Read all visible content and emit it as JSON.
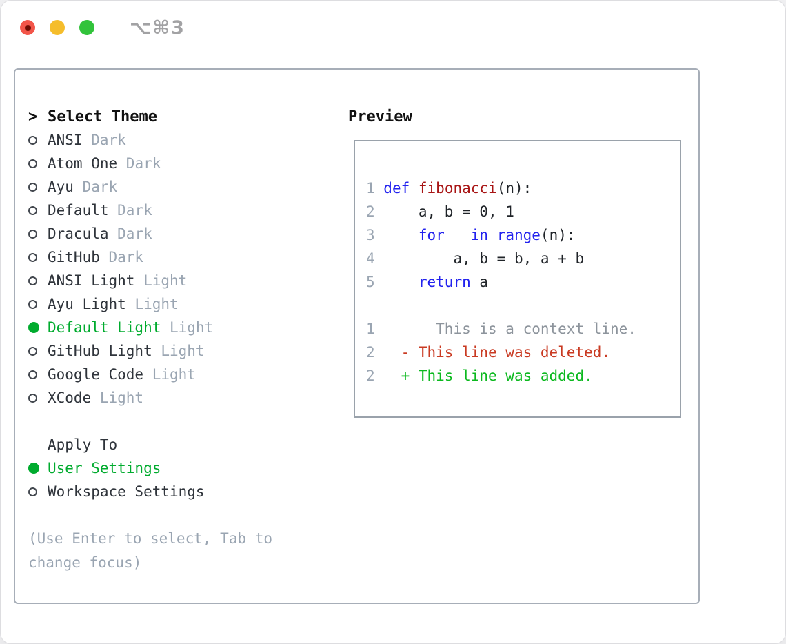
{
  "window": {
    "hotkey_label": "⌥⌘3",
    "traffic_lights": {
      "close": "#f25549",
      "close_dot": "#6d0b02",
      "minimize": "#f5bd2b",
      "zoom": "#32c33b"
    }
  },
  "colors": {
    "accent_green": "#00ab2e",
    "keyword_blue": "#2222ee",
    "function_red": "#a81515",
    "deleted_red": "#c93a22",
    "added_green": "#0cb91f",
    "muted_gray": "#9aa5b2",
    "context_gray": "#8d949c",
    "text_dark": "#2f343b"
  },
  "theme_panel": {
    "cursor": ">",
    "title": "Select Theme",
    "items": [
      {
        "name": "ANSI",
        "variant": "Dark",
        "selected": false
      },
      {
        "name": "Atom One",
        "variant": "Dark",
        "selected": false
      },
      {
        "name": "Ayu",
        "variant": "Dark",
        "selected": false
      },
      {
        "name": "Default",
        "variant": "Dark",
        "selected": false
      },
      {
        "name": "Dracula",
        "variant": "Dark",
        "selected": false
      },
      {
        "name": "GitHub",
        "variant": "Dark",
        "selected": false
      },
      {
        "name": "ANSI Light",
        "variant": "Light",
        "selected": false
      },
      {
        "name": "Ayu Light",
        "variant": "Light",
        "selected": false
      },
      {
        "name": "Default Light",
        "variant": "Light",
        "selected": true
      },
      {
        "name": "GitHub Light",
        "variant": "Light",
        "selected": false
      },
      {
        "name": "Google Code",
        "variant": "Light",
        "selected": false
      },
      {
        "name": "XCode",
        "variant": "Light",
        "selected": false
      }
    ],
    "apply_to": {
      "title": "Apply To",
      "options": [
        {
          "label": "User Settings",
          "selected": true
        },
        {
          "label": "Workspace Settings",
          "selected": false
        }
      ]
    },
    "help_text": "(Use Enter to select, Tab to change focus)"
  },
  "preview": {
    "title": "Preview",
    "lines": [
      {
        "type": "code",
        "num": "1",
        "tokens": [
          {
            "text": "def",
            "style": "keyword"
          },
          {
            "text": " ",
            "style": "plain"
          },
          {
            "text": "fibonacci",
            "style": "function"
          },
          {
            "text": "(n):",
            "style": "plain"
          }
        ]
      },
      {
        "type": "code",
        "num": "2",
        "tokens": [
          {
            "text": "    a, b = 0, 1",
            "style": "plain"
          }
        ]
      },
      {
        "type": "code",
        "num": "3",
        "tokens": [
          {
            "text": "    ",
            "style": "plain"
          },
          {
            "text": "for",
            "style": "keyword"
          },
          {
            "text": " _ ",
            "style": "plain"
          },
          {
            "text": "in",
            "style": "keyword"
          },
          {
            "text": " ",
            "style": "plain"
          },
          {
            "text": "range",
            "style": "keyword"
          },
          {
            "text": "(n):",
            "style": "plain"
          }
        ]
      },
      {
        "type": "code",
        "num": "4",
        "tokens": [
          {
            "text": "        a, b = b, a + b",
            "style": "plain"
          }
        ]
      },
      {
        "type": "code",
        "num": "5",
        "tokens": [
          {
            "text": "    ",
            "style": "plain"
          },
          {
            "text": "return",
            "style": "keyword"
          },
          {
            "text": " a",
            "style": "plain"
          }
        ]
      },
      {
        "type": "blank"
      },
      {
        "type": "context",
        "num": "1",
        "text": "      This is a context line."
      },
      {
        "type": "deleted",
        "num": "2",
        "text": "  - This line was deleted."
      },
      {
        "type": "added",
        "num": "2",
        "text": "  + This line was added."
      }
    ]
  }
}
